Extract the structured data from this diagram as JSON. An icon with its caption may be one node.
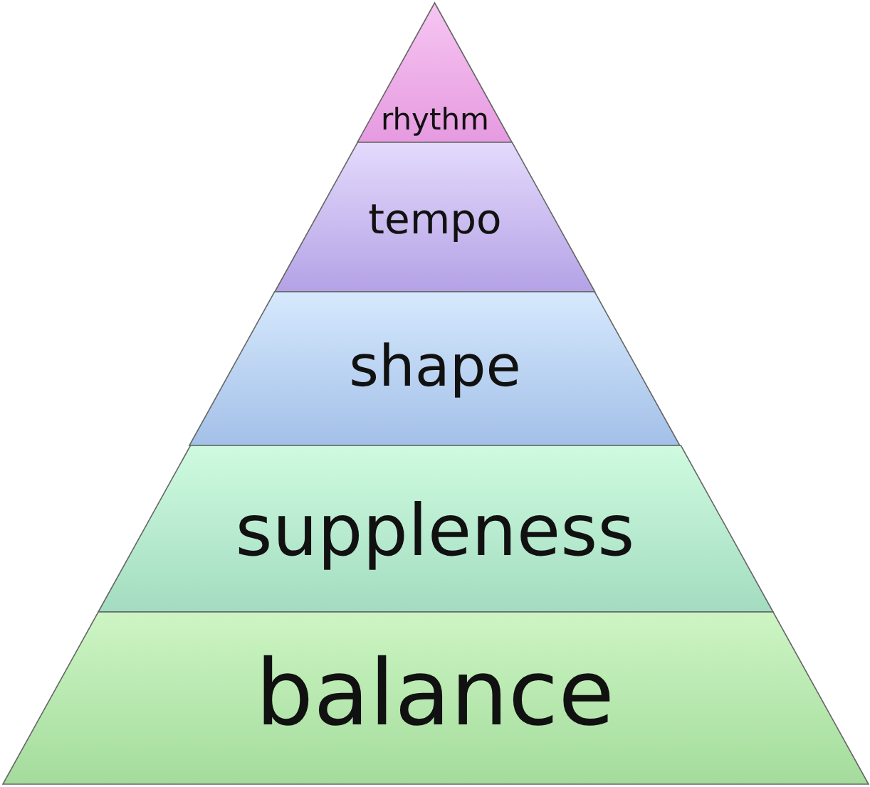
{
  "diagram": {
    "nodes": [
      {
        "text": [
          "rhythm"
        ]
      },
      {
        "text": [
          "tempo"
        ]
      },
      {
        "text": [
          "shape"
        ]
      },
      {
        "text": [
          "suppleness"
        ]
      },
      {
        "text": [
          "balance"
        ]
      }
    ]
  }
}
